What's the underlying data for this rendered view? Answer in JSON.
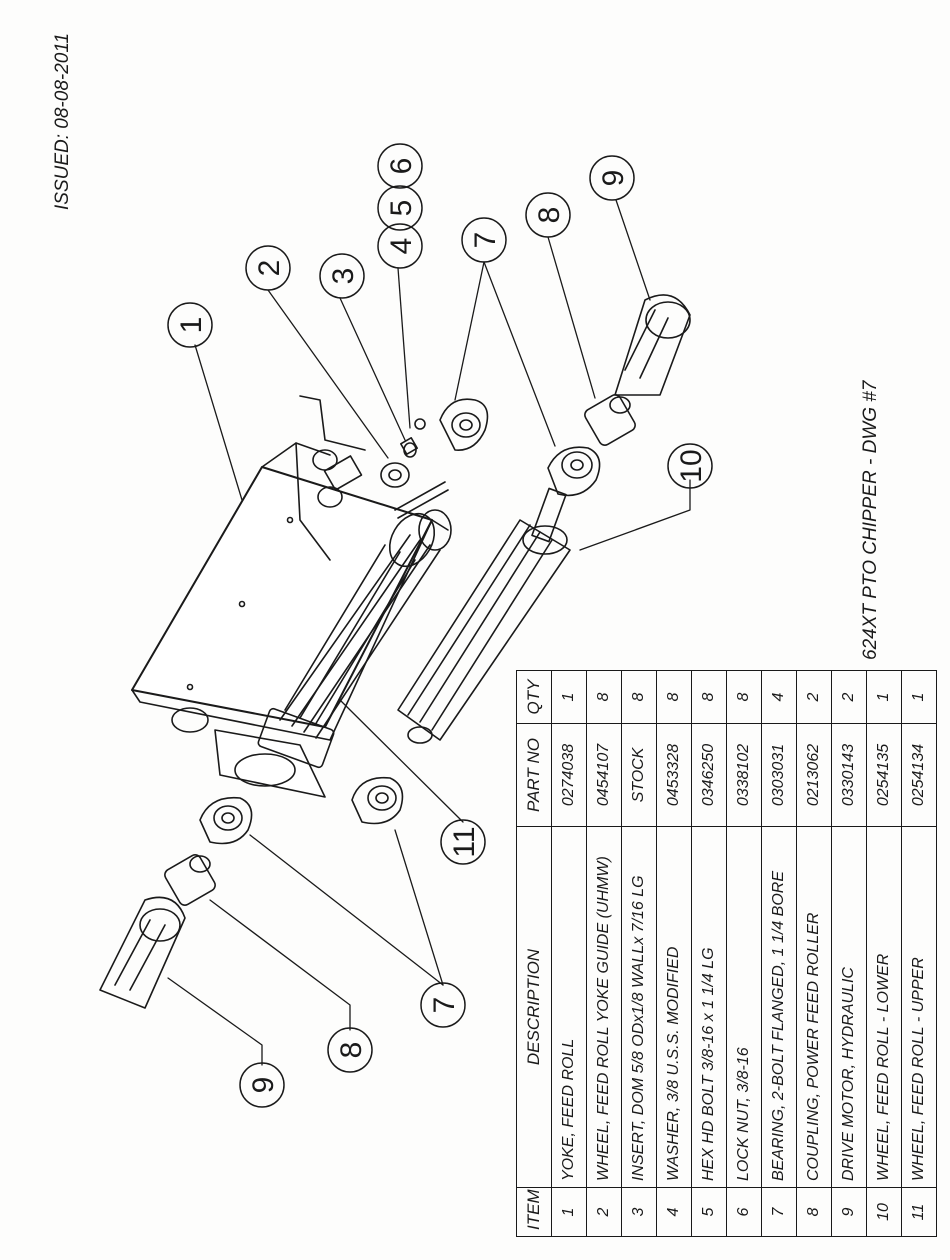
{
  "header": {
    "issued": "ISSUED: 08-08-2011"
  },
  "title_block": {
    "drawing_title": "624XT PTO CHIPPER - DWG #7"
  },
  "balloons": {
    "b1": "1",
    "b2": "2",
    "b3": "3",
    "b4": "4",
    "b5": "5",
    "b6": "6",
    "b7a": "7",
    "b7b": "7",
    "b8a": "8",
    "b8b": "8",
    "b9a": "9",
    "b9b": "9",
    "b10": "10",
    "b11": "11"
  },
  "parts_table": {
    "headers": {
      "item": "ITEM",
      "description": "DESCRIPTION",
      "part_no": "PART NO",
      "qty": "QTY"
    },
    "rows": [
      {
        "item": "1",
        "description": "YOKE, FEED ROLL",
        "part_no": "0274038",
        "qty": "1"
      },
      {
        "item": "2",
        "description": "WHEEL, FEED ROLL YOKE GUIDE (UHMW)",
        "part_no": "0454107",
        "qty": "8"
      },
      {
        "item": "3",
        "description": "INSERT, DOM 5/8 ODx1/8 WALLx 7/16 LG",
        "part_no": "STOCK",
        "qty": "8"
      },
      {
        "item": "4",
        "description": "WASHER, 3/8 U.S.S. MODIFIED",
        "part_no": "0453328",
        "qty": "8"
      },
      {
        "item": "5",
        "description": "HEX HD BOLT 3/8-16 x 1 1/4 LG",
        "part_no": "0346250",
        "qty": "8"
      },
      {
        "item": "6",
        "description": "LOCK NUT, 3/8-16",
        "part_no": "0338102",
        "qty": "8"
      },
      {
        "item": "7",
        "description": "BEARING, 2-BOLT FLANGED, 1 1/4 BORE",
        "part_no": "0303031",
        "qty": "4"
      },
      {
        "item": "8",
        "description": "COUPLING, POWER FEED ROLLER",
        "part_no": "0213062",
        "qty": "2"
      },
      {
        "item": "9",
        "description": "DRIVE MOTOR, HYDRAULIC",
        "part_no": "0330143",
        "qty": "2"
      },
      {
        "item": "10",
        "description": "WHEEL, FEED ROLL - LOWER",
        "part_no": "0254135",
        "qty": "1"
      },
      {
        "item": "11",
        "description": "WHEEL, FEED ROLL - UPPER",
        "part_no": "0254134",
        "qty": "1"
      }
    ]
  }
}
